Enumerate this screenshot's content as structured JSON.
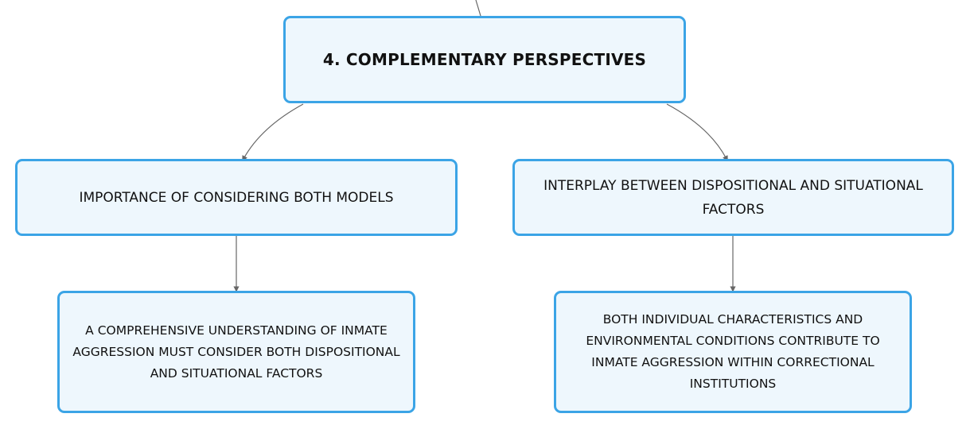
{
  "diagram": {
    "root": {
      "label": "4. COMPLEMENTARY PERSPECTIVES"
    },
    "branches": [
      {
        "label": "IMPORTANCE OF CONSIDERING BOTH MODELS",
        "child": "A COMPREHENSIVE UNDERSTANDING OF INMATE AGGRESSION MUST CONSIDER BOTH DISPOSITIONAL AND SITUATIONAL FACTORS"
      },
      {
        "label": "INTERPLAY BETWEEN DISPOSITIONAL AND SITUATIONAL FACTORS",
        "child": "BOTH INDIVIDUAL CHARACTERISTICS AND ENVIRONMENTAL CONDITIONS CONTRIBUTE TO INMATE AGGRESSION WITHIN CORRECTIONAL INSTITUTIONS"
      }
    ]
  },
  "colors": {
    "node_border": "#3ba4e6",
    "node_fill": "#eef7fd",
    "connector": "#666666"
  }
}
